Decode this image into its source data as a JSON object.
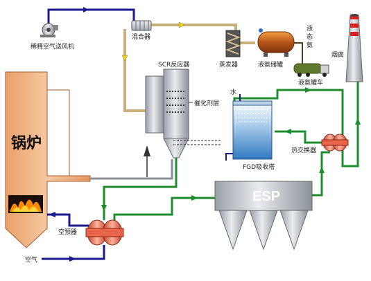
{
  "labels": {
    "fan": "稀释空气送风机",
    "mixer": "混合器",
    "evaporator": "蒸发器",
    "ammonia_tank": "液氨储罐",
    "liquid_ammonia": "液态氨",
    "tank_truck": "液氨罐车",
    "chimney": "烟囱",
    "scr_reactor": "SCR反应器",
    "catalyst_layer": "催化剂层",
    "water": "水",
    "fgd_tower": "FGD吸收塔",
    "heat_exchanger": "热交换器",
    "boiler": "锅炉",
    "esp": "ESP",
    "air_preheater": "空预器",
    "air": "空气"
  },
  "colors": {
    "flue_gas_line": "#1e8c2d",
    "air_line": "#1a1a8c",
    "ammonia_line": "#c8b07a",
    "equipment_fill": "#cfd3d8",
    "heat_exchanger": "#e8644a",
    "flame": "#ff8a00"
  }
}
